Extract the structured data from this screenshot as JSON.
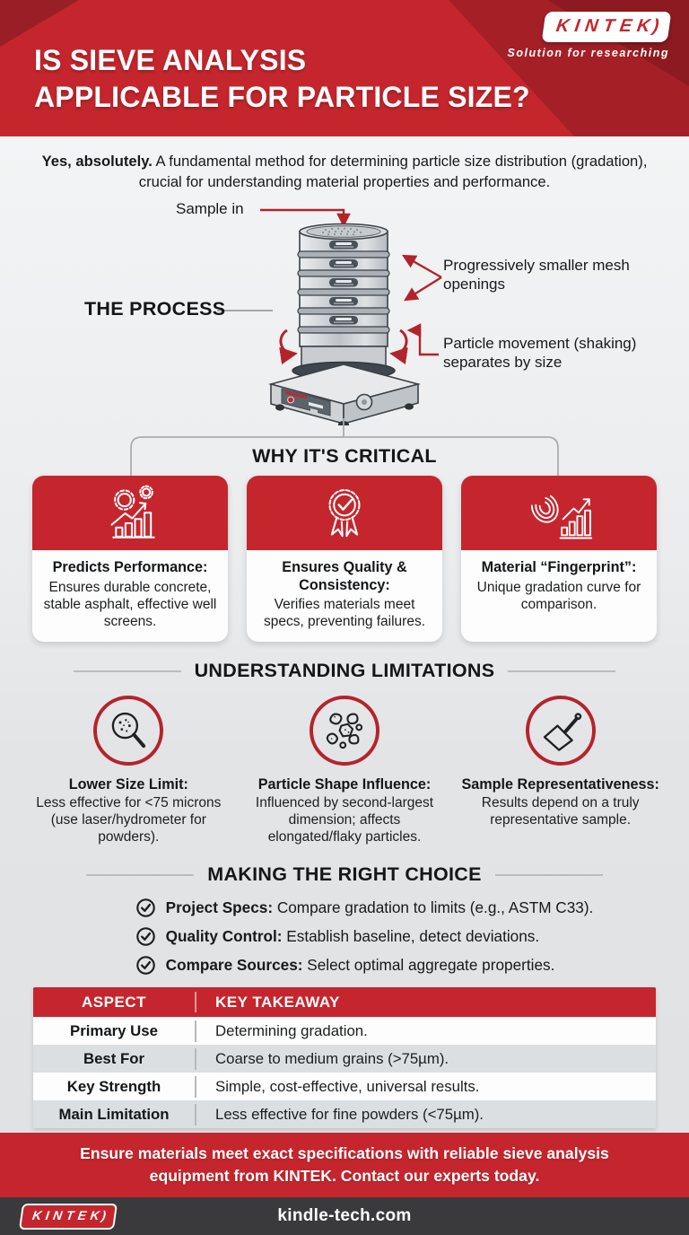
{
  "header": {
    "title_line1": "IS SIEVE ANALYSIS",
    "title_line2": "APPLICABLE FOR PARTICLE SIZE?",
    "brand": "KINTEK",
    "brand_mark": ")",
    "tagline": "Solution for researching"
  },
  "intro": {
    "lead": "Yes, absolutely.",
    "rest": " A fundamental method for determining particle size distribution (gradation), crucial for understanding material properties and performance."
  },
  "process": {
    "label": "THE PROCESS",
    "sample_in": "Sample in",
    "mesh_note": "Progressively smaller mesh openings",
    "movement_note": "Particle movement (shaking) separates by size"
  },
  "critical": {
    "heading": "WHY IT'S CRITICAL",
    "cards": [
      {
        "icon": "gears-chart-icon",
        "title": "Predicts Performance:",
        "text": "Ensures durable concrete, stable asphalt, effective well screens."
      },
      {
        "icon": "quality-badge-icon",
        "title": "Ensures Quality & Consistency:",
        "text": "Verifies materials meet specs, preventing failures."
      },
      {
        "icon": "fingerprint-chart-icon",
        "title": "Material “Fingerprint”:",
        "text": "Unique gradation curve for comparison."
      }
    ]
  },
  "limitations": {
    "heading": "UNDERSTANDING LIMITATIONS",
    "items": [
      {
        "icon": "magnifier-particles-icon",
        "title": "Lower Size Limit:",
        "text": "Less effective for <75 microns (use laser/hydrometer for powders)."
      },
      {
        "icon": "particle-shapes-icon",
        "title": "Particle Shape Influence:",
        "text": "Influenced by second-largest dimension; affects elongated/flaky particles."
      },
      {
        "icon": "sample-scoop-icon",
        "title": "Sample Representativeness:",
        "text": "Results depend on a truly representative sample."
      }
    ]
  },
  "choice": {
    "heading": "MAKING THE RIGHT CHOICE",
    "items": [
      {
        "label": "Project Specs:",
        "text": " Compare gradation to limits (e.g., ASTM C33)."
      },
      {
        "label": "Quality Control:",
        "text": " Establish baseline, detect deviations."
      },
      {
        "label": "Compare Sources:",
        "text": " Select optimal aggregate properties."
      }
    ]
  },
  "table": {
    "headers": [
      "ASPECT",
      "KEY TAKEAWAY"
    ],
    "rows": [
      [
        "Primary Use",
        "Determining gradation."
      ],
      [
        "Best For",
        "Coarse to medium grains (>75µm)."
      ],
      [
        "Key Strength",
        "Simple, cost-effective, universal results."
      ],
      [
        "Main Limitation",
        "Less effective for fine powders (<75µm)."
      ]
    ]
  },
  "cta": {
    "text": "Ensure materials meet exact specifications with reliable sieve analysis equipment from KINTEK. Contact our experts today."
  },
  "footer": {
    "brand": "KINTEK",
    "brand_mark": ")",
    "website": "kindle-tech.com"
  },
  "colors": {
    "brand_red": "#c5262d",
    "dark_red": "#a51f27",
    "deep_red": "#8d1a21",
    "dark_bar": "#3a3a3c",
    "arrow_red": "#b3232a"
  }
}
